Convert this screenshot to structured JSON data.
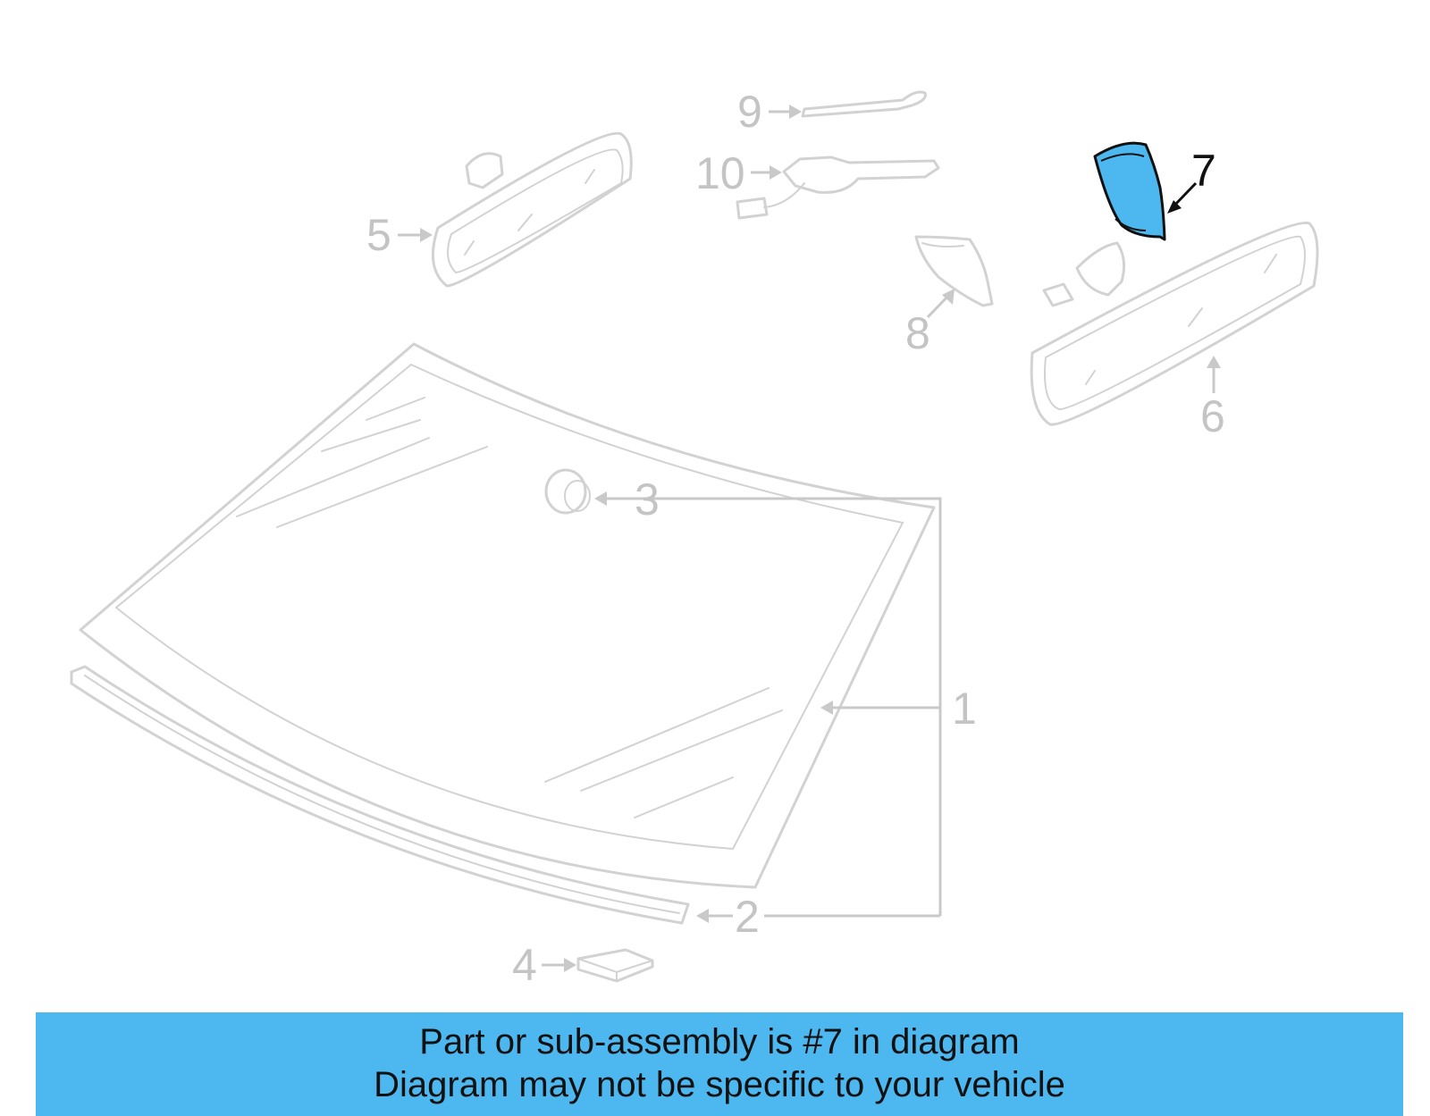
{
  "diagram": {
    "callouts": [
      {
        "id": "1",
        "label": "1"
      },
      {
        "id": "2",
        "label": "2"
      },
      {
        "id": "3",
        "label": "3"
      },
      {
        "id": "4",
        "label": "4"
      },
      {
        "id": "5",
        "label": "5"
      },
      {
        "id": "6",
        "label": "6"
      },
      {
        "id": "7",
        "label": "7"
      },
      {
        "id": "8",
        "label": "8"
      },
      {
        "id": "9",
        "label": "9"
      },
      {
        "id": "10",
        "label": "10"
      }
    ],
    "highlighted_part": "7",
    "highlight_color": "#4db8f0"
  },
  "banner": {
    "line1": "Part or sub-assembly is #7 in diagram",
    "line2": "Diagram may not be specific to your vehicle",
    "background": "#4db8f0"
  }
}
